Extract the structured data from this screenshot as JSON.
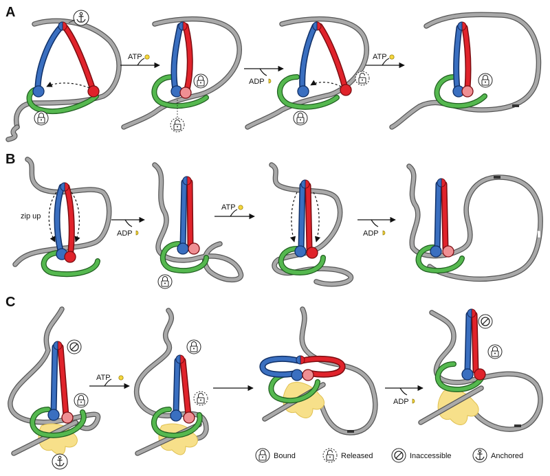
{
  "panels": {
    "a": "A",
    "b": "B",
    "c": "C"
  },
  "labels": {
    "atp": "ATP",
    "adp": "ADP",
    "zip_up": "zip up"
  },
  "legend": {
    "bound": "Bound",
    "released": "Released",
    "inaccessible": "Inaccessible",
    "anchored": "Anchored"
  },
  "colors": {
    "dna": "#a9a9a9",
    "head_blue": "#3a6fc0",
    "head_red": "#e0232b",
    "kleisin_green": "#55b84f",
    "hawk_yellow": "#f7e08a",
    "atp_yellow": "#f5d63d"
  },
  "icons": [
    "anchor-icon",
    "lock-icon",
    "unlock-icon",
    "no-entry-icon"
  ]
}
